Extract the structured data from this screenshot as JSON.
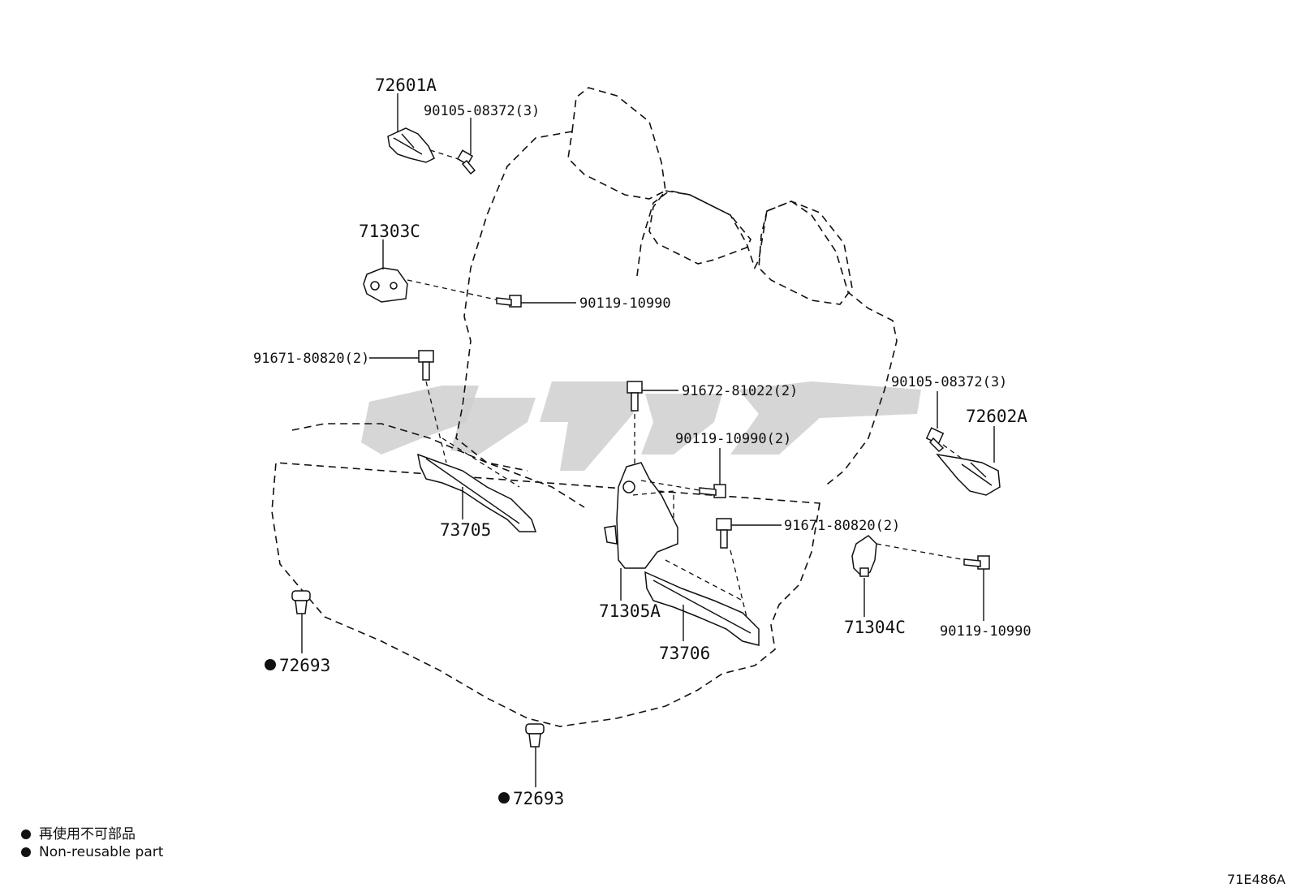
{
  "parts": {
    "p72601A": "72601A",
    "p90105_top": "90105-08372(3)",
    "p71303C": "71303C",
    "p90119_a": "90119-10990",
    "p91671_a": "91671-80820(2)",
    "p91672": "91672-81022(2)",
    "p90119_b": "90119-10990(2)",
    "p90105_right": "90105-08372(3)",
    "p72602A": "72602A",
    "p91671_b": "91671-80820(2)",
    "p73705": "73705",
    "p71305A": "71305A",
    "p73706": "73706",
    "p71304C": "71304C",
    "p90119_c": "90119-10990",
    "p72693_a": "72693",
    "p72693_b": "72693"
  },
  "legend": {
    "line1": "再使用不可部品",
    "line2": "Non-reusable part"
  },
  "diagram_code": "71E486A",
  "icons": {
    "non_reusable_marker": "black-dot-icon",
    "bolt": "bolt-icon",
    "clip": "clip-icon",
    "bracket": "bracket-icon"
  }
}
